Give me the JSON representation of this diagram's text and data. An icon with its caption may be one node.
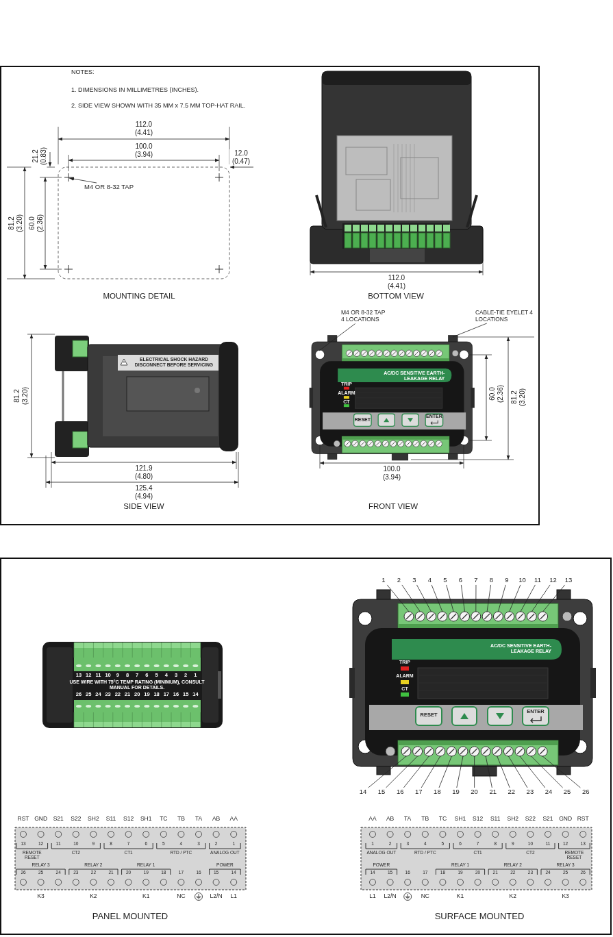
{
  "diagram": {
    "nodes": [
      {
        "text": [
          "M4 OR 8-32 TAP"
        ]
      },
      {
        "text": [
          "M4 OR 8-32 TAP 4 LOCATIONS"
        ]
      },
      {
        "text": [
          "CABLE-TIE EYELET 4 LOCATIONS"
        ]
      },
      {
        "text": [
          "1"
        ]
      },
      {
        "text": [
          "2"
        ]
      },
      {
        "text": [
          "3"
        ]
      },
      {
        "text": [
          "4"
        ]
      },
      {
        "text": [
          "5"
        ]
      },
      {
        "text": [
          "6"
        ]
      },
      {
        "text": [
          "7"
        ]
      },
      {
        "text": [
          "8"
        ]
      },
      {
        "text": [
          "9"
        ]
      },
      {
        "text": [
          "10"
        ]
      },
      {
        "text": [
          "11"
        ]
      },
      {
        "text": [
          "12"
        ]
      },
      {
        "text": [
          "13"
        ]
      },
      {
        "text": [
          "14"
        ]
      },
      {
        "text": [
          "15"
        ]
      },
      {
        "text": [
          "16"
        ]
      },
      {
        "text": [
          "17"
        ]
      },
      {
        "text": [
          "18"
        ]
      },
      {
        "text": [
          "19"
        ]
      },
      {
        "text": [
          "20"
        ]
      },
      {
        "text": [
          "21"
        ]
      },
      {
        "text": [
          "22"
        ]
      },
      {
        "text": [
          "23"
        ]
      },
      {
        "text": [
          "24"
        ]
      },
      {
        "text": [
          "25"
        ]
      },
      {
        "text": [
          "26"
        ]
      }
    ],
    "edges": [
      {
        "from": 0,
        "to": null,
        "arrow": "to"
      },
      {
        "from": 1,
        "to": null,
        "arrow": "none"
      },
      {
        "from": 2,
        "to": null,
        "arrow": "none"
      },
      {
        "from": 3,
        "to": null,
        "arrow": "none"
      },
      {
        "from": 4,
        "to": null,
        "arrow": "none"
      },
      {
        "from": 5,
        "to": null,
        "arrow": "none"
      },
      {
        "from": 6,
        "to": null,
        "arrow": "none"
      },
      {
        "from": 7,
        "to": null,
        "arrow": "none"
      },
      {
        "from": 8,
        "to": null,
        "arrow": "none"
      },
      {
        "from": 9,
        "to": null,
        "arrow": "none"
      },
      {
        "from": 10,
        "to": null,
        "arrow": "none"
      },
      {
        "from": 11,
        "to": null,
        "arrow": "none"
      },
      {
        "from": 12,
        "to": null,
        "arrow": "none"
      },
      {
        "from": 13,
        "to": null,
        "arrow": "none"
      },
      {
        "from": 14,
        "to": null,
        "arrow": "none"
      },
      {
        "from": 15,
        "to": null,
        "arrow": "none"
      },
      {
        "from": 16,
        "to": null,
        "arrow": "none"
      },
      {
        "from": 17,
        "to": null,
        "arrow": "none"
      },
      {
        "from": 18,
        "to": null,
        "arrow": "none"
      },
      {
        "from": 19,
        "to": null,
        "arrow": "none"
      },
      {
        "from": 20,
        "to": null,
        "arrow": "none"
      },
      {
        "from": 21,
        "to": null,
        "arrow": "none"
      },
      {
        "from": 22,
        "to": null,
        "arrow": "none"
      },
      {
        "from": 23,
        "to": null,
        "arrow": "none"
      },
      {
        "from": 24,
        "to": null,
        "arrow": "none"
      },
      {
        "from": 25,
        "to": null,
        "arrow": "none"
      },
      {
        "from": 26,
        "to": null,
        "arrow": "none"
      },
      {
        "from": 27,
        "to": null,
        "arrow": "none"
      },
      {
        "from": 28,
        "to": null,
        "arrow": "none"
      }
    ],
    "labels": [
      "NOTES:",
      "1. DIMENSIONS IN MILLIMETRES (INCHES).",
      "2. SIDE VIEW SHOWN WITH 35 MM x 7.5 MM TOP-HAT RAIL.",
      "112.0 (4.41)",
      "21.2 (0.83)",
      "100.0 (3.94)",
      "12.0 (0.47)",
      "81.2 (3.20)",
      "60.0 (2.36)",
      "MOUNTING DETAIL",
      "112.0 (4.41)",
      "BOTTOM VIEW",
      "ELECTRICAL SHOCK HAZARD DISCONNECT BEFORE SERVICING",
      "81.2 (3.20)",
      "121.9 (4.80)",
      "125.4 (4.94)",
      "SIDE VIEW",
      "AC/DC SENSITIVE EARTH-LEAKAGE RELAY",
      "TRIP",
      "ALARM",
      "CT",
      "RESET",
      "ENTER",
      "60.0 (2.36)",
      "81.2 (3.20)",
      "100.0 (3.94)",
      "FRONT VIEW",
      "13",
      "12",
      "11",
      "10",
      "9",
      "8",
      "7",
      "6",
      "5",
      "4",
      "3",
      "2",
      "1",
      "USE WIRE WITH 75°C TEMP RATING (MINIMUM), CONSULT MANUAL FOR DETAILS.",
      "26",
      "25",
      "24",
      "23",
      "22",
      "21",
      "20",
      "19",
      "18",
      "17",
      "16",
      "15",
      "14",
      "AC/DC SENSITIVE EARTH-LEAKAGE RELAY",
      "TRIP",
      "ALARM",
      "CT",
      "RESET",
      "ENTER",
      "RST",
      "GND",
      "S21",
      "S22",
      "SH2",
      "S11",
      "S12",
      "SH1",
      "TC",
      "TB",
      "TA",
      "AB",
      "AA",
      "13",
      "12",
      "11",
      "10",
      "9",
      "8",
      "7",
      "6",
      "5",
      "4",
      "3",
      "2",
      "1",
      "REMOTE RESET",
      "CT2",
      "CT1",
      "RTD / PTC",
      "ANALOG OUT",
      "RELAY 3",
      "RELAY 2",
      "RELAY 1",
      "POWER",
      "26",
      "25",
      "24",
      "23",
      "22",
      "21",
      "20",
      "19",
      "18",
      "17",
      "16",
      "15",
      "14",
      "K3",
      "K2",
      "K1",
      "NC",
      "L2/N",
      "L1",
      "AA",
      "AB",
      "TA",
      "TB",
      "TC",
      "SH1",
      "S12",
      "S11",
      "SH2",
      "S22",
      "S21",
      "GND",
      "RST",
      "1",
      "2",
      "3",
      "4",
      "5",
      "6",
      "7",
      "8",
      "9",
      "10",
      "11",
      "12",
      "13",
      "ANALOG OUT",
      "RTD / PTC",
      "CT1",
      "CT2",
      "REMOTE RESET",
      "POWER",
      "RELAY 1",
      "RELAY 2",
      "RELAY 3",
      "14",
      "15",
      "16",
      "17",
      "18",
      "19",
      "20",
      "21",
      "22",
      "23",
      "24",
      "25",
      "26",
      "L1",
      "L2/N",
      "NC",
      "K1",
      "K2",
      "K3",
      "PANEL MOUNTED",
      "SURFACE MOUNTED"
    ]
  }
}
